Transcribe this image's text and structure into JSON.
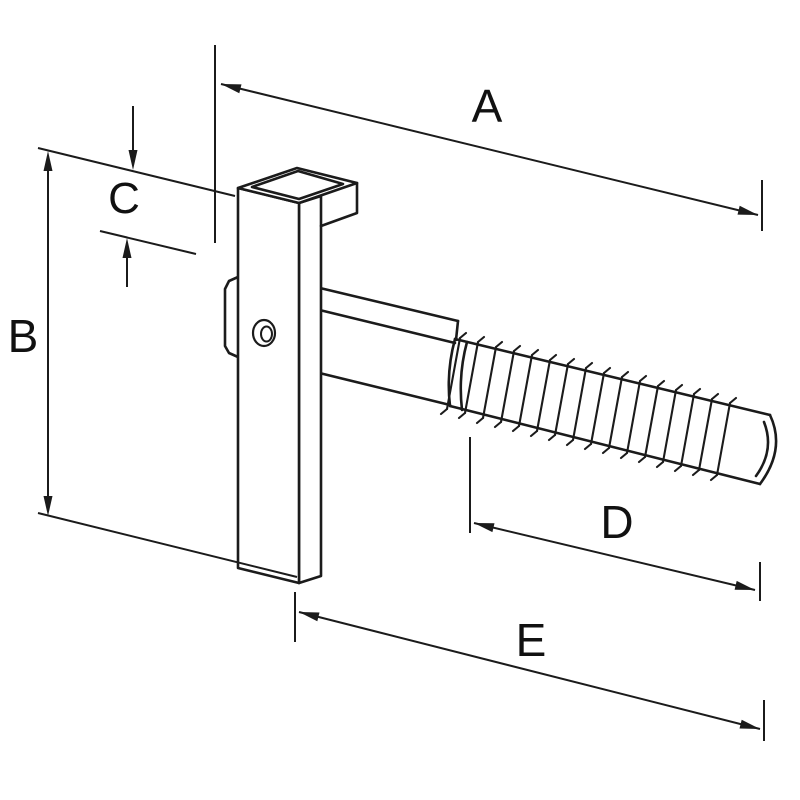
{
  "figure": {
    "background_color": "#ffffff",
    "line_color": "#1b1b1b"
  },
  "dimensions": {
    "a": {
      "label": "A"
    },
    "b": {
      "label": "B"
    },
    "c": {
      "label": "C"
    },
    "d": {
      "label": "D"
    },
    "e": {
      "label": "E"
    }
  }
}
